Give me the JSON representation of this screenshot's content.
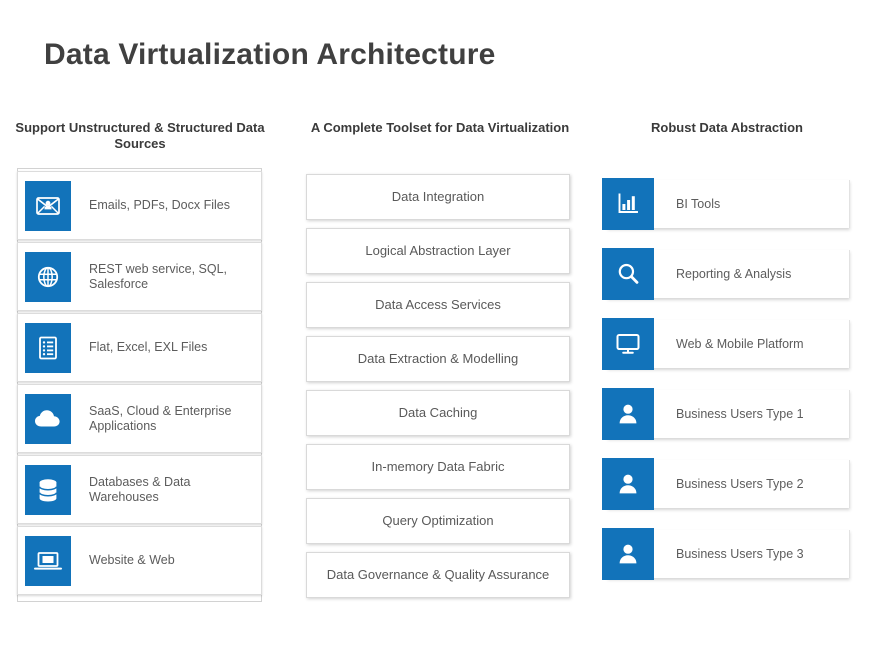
{
  "title": "Data Virtualization Architecture",
  "accent_color": "#1273ba",
  "title_color": "#404040",
  "columns": {
    "sources": {
      "header": "Support Unstructured & Structured Data Sources",
      "items": [
        {
          "label": "Emails, PDFs, Docx Files",
          "icon": "email-icon"
        },
        {
          "label": "REST web service, SQL, Salesforce",
          "icon": "globe-icon"
        },
        {
          "label": "Flat, Excel, EXL Files",
          "icon": "spreadsheet-icon"
        },
        {
          "label": "SaaS, Cloud & Enterprise Applications",
          "icon": "cloud-icon"
        },
        {
          "label": "Databases & Data Warehouses",
          "icon": "database-icon"
        },
        {
          "label": "Website & Web",
          "icon": "laptop-icon"
        }
      ]
    },
    "toolset": {
      "header": "A Complete Toolset for Data Virtualization",
      "items": [
        {
          "label": "Data Integration"
        },
        {
          "label": "Logical Abstraction Layer"
        },
        {
          "label": "Data Access Services"
        },
        {
          "label": "Data Extraction & Modelling"
        },
        {
          "label": "Data Caching"
        },
        {
          "label": "In-memory Data Fabric"
        },
        {
          "label": "Query Optimization"
        },
        {
          "label": "Data Governance & Quality Assurance"
        }
      ]
    },
    "abstraction": {
      "header": "Robust Data Abstraction",
      "items": [
        {
          "label": "BI Tools",
          "icon": "bar-chart-icon"
        },
        {
          "label": "Reporting & Analysis",
          "icon": "search-icon"
        },
        {
          "label": "Web & Mobile Platform",
          "icon": "monitor-icon"
        },
        {
          "label": "Business Users Type 1",
          "icon": "user-icon"
        },
        {
          "label": "Business Users Type 2",
          "icon": "user-icon"
        },
        {
          "label": "Business Users Type 3",
          "icon": "user-icon"
        }
      ]
    }
  }
}
